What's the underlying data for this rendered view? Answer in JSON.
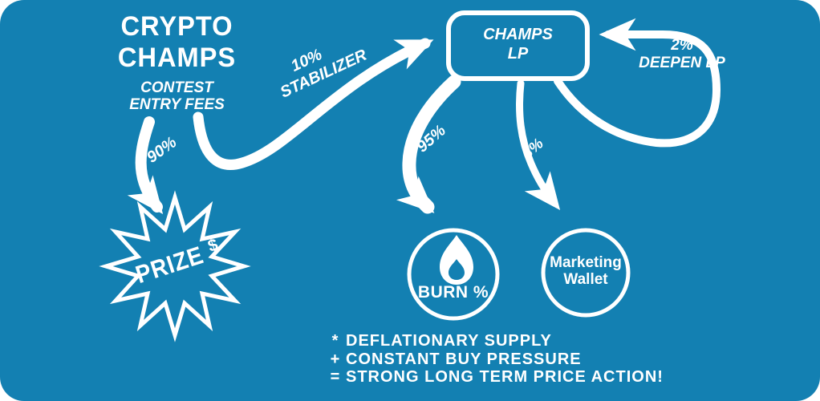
{
  "canvas": {
    "background": "#1380B2",
    "ink": "#FFFFFF"
  },
  "header": {
    "title_line1": "CRYPTO",
    "title_line2": "CHAMPS",
    "subtitle_line1": "CONTEST",
    "subtitle_line2": "ENTRY FEES"
  },
  "flows": {
    "stabilizer": {
      "percent": "10%",
      "label": "STABILIZER"
    },
    "to_prize": {
      "percent": "90%"
    },
    "to_burn": {
      "percent": "95%"
    },
    "to_marketing": {
      "percent": "3%"
    },
    "deepen_lp": {
      "percent": "2%",
      "label": "DEEPEN LP"
    }
  },
  "nodes": {
    "champs_lp": {
      "line1": "CHAMPS",
      "line2": "LP"
    },
    "prize": {
      "label": "PRIZE",
      "currency": "$"
    },
    "burn": {
      "label": "BURN %"
    },
    "marketing": {
      "line1": "Marketing",
      "line2": "Wallet"
    }
  },
  "footnotes": [
    {
      "symbol": "*",
      "text": "DEFLATIONARY SUPPLY"
    },
    {
      "symbol": "+",
      "text": "CONSTANT BUY PRESSURE"
    },
    {
      "symbol": "=",
      "text": "STRONG LONG TERM PRICE ACTION!"
    }
  ]
}
